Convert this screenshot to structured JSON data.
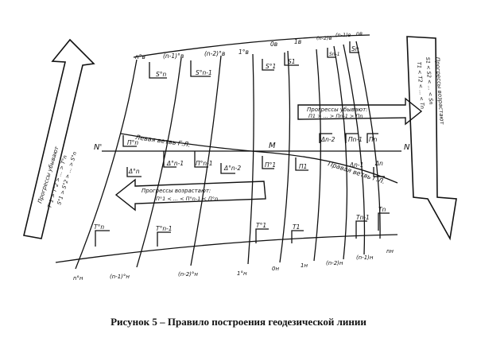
{
  "caption": "Рисунок 5 – Правило построения геодезической линии",
  "diagram": {
    "top_labels": [
      "n°в",
      "(n-1)°в",
      "(n-2)°в",
      "1°в",
      "0в",
      "1в",
      "(n-2)в",
      "(n-1)в",
      "nв"
    ],
    "bottom_labels": [
      "n°н",
      "(n-1)°н",
      "(n-2)°н",
      "1°н",
      "0н",
      "1н",
      "(n-2)н",
      "(n-1)н",
      "nн"
    ],
    "s_labels": [
      "S°n",
      "S°n-1",
      "S°1",
      "S1",
      "Sn-1",
      "Sn"
    ],
    "t_labels": [
      "T°n",
      "T°n-1",
      "T°1",
      "T1",
      "Tn-1",
      "Tn"
    ],
    "left_branch": {
      "p_labels": [
        "П°n",
        "П°n-1",
        "П°1"
      ],
      "delta_labels": [
        "Δ°n",
        "Δ°n-1",
        "Δ°n-2"
      ],
      "branch_label": "Левая ветвь Г.Л."
    },
    "right_branch": {
      "p_labels": [
        "П1",
        "Пn-1",
        "Пn"
      ],
      "delta_labels": [
        "Δn-2",
        "Δn-1",
        "Δn"
      ],
      "branch_label": "Правая ветвь Г.Л."
    },
    "axis": {
      "left": "N'",
      "middle": "M",
      "right": "N"
    },
    "arrows": {
      "left_vertical": [
        "Прогрессы убывают",
        "T°1 > T°2 > ... > T°n",
        "S°1 > S°2 > ... > S°n"
      ],
      "right_vertical": [
        "Прогрессы возрастают",
        "S1 < S2 < ... < Sn",
        "T1 < T2 < ... < Tn"
      ],
      "right_horizontal": [
        "Прогрессы убывают:",
        "П1 > ... > Пn-1 > Пn"
      ],
      "left_horizontal": [
        "Прогрессы возрастают:",
        "П°1 < ... < П°n-1 < П°n"
      ]
    }
  }
}
